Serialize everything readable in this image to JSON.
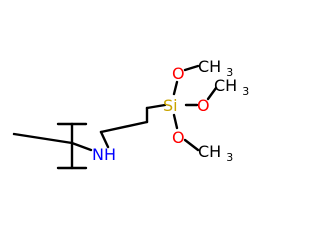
{
  "molecule": {
    "atoms": {
      "nitrogen": {
        "text": "NH",
        "color": "#0000ff"
      },
      "silicon": {
        "text": "Si",
        "color": "#c9a400"
      },
      "oxygen_top": {
        "text": "O",
        "color": "#ff0000"
      },
      "oxygen_right": {
        "text": "O",
        "color": "#ff0000"
      },
      "oxygen_bottom": {
        "text": "O",
        "color": "#ff0000"
      },
      "methyl_top": {
        "text": "CH3",
        "color": "#000000"
      },
      "methyl_right": {
        "text": "CH3",
        "color": "#000000"
      },
      "methyl_bottom": {
        "text": "CH3",
        "color": "#000000"
      }
    },
    "bond_color": "#000000"
  }
}
